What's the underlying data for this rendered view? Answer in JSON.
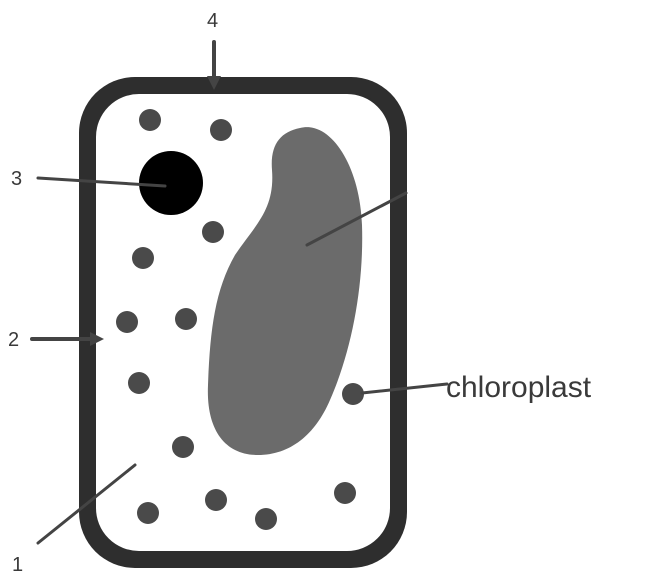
{
  "labels": {
    "one": "1",
    "two": "2",
    "three": "3",
    "four": "4",
    "chloroplast": "chloroplast"
  },
  "colors": {
    "cell_wall": "#2e2e2e",
    "cell_membrane": "#ffffff",
    "cytoplasm": "#ffffff",
    "vacuole": "#6b6b6b",
    "nucleus": "#000000",
    "chloroplast": "#4a4a4a",
    "pointer": "#444444"
  }
}
